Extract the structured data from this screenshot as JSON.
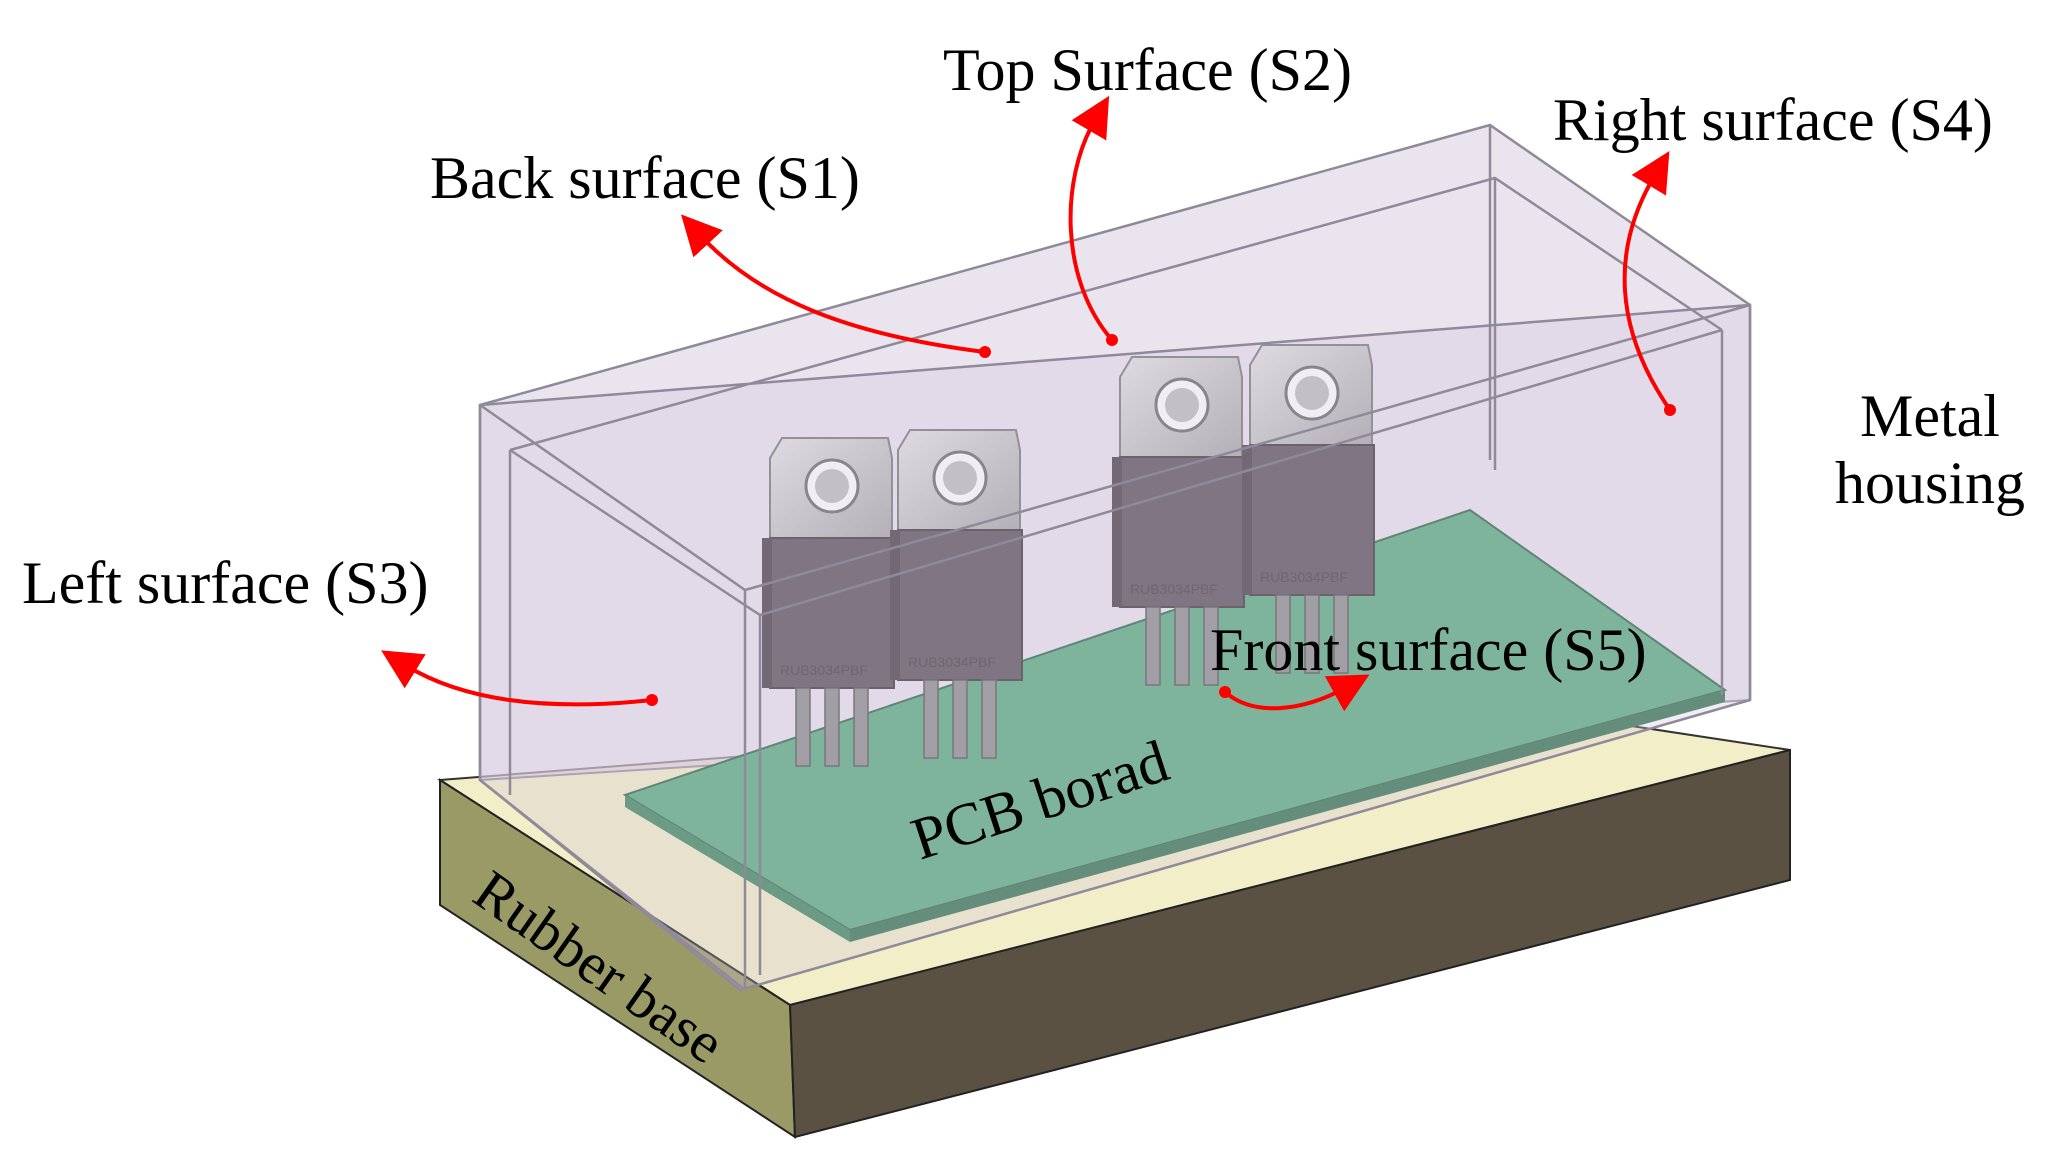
{
  "labels": {
    "top_surface": "Top Surface (S2)",
    "back_surface": "Back surface (S1)",
    "right_surface": "Right surface (S4)",
    "left_surface": "Left surface (S3)",
    "front_surface": "Front surface (S5)",
    "metal_housing_line1": "Metal",
    "metal_housing_line2": "housing",
    "pcb_board": "PCB borad",
    "rubber_base": "Rubber base"
  },
  "components": {
    "transistor_marking": "RUB3034PBF",
    "transistor_count": 4
  },
  "colors": {
    "arrow": "#ff0000",
    "pcb_top": "#5aae80",
    "rubber_top": "#f2eec8",
    "rubber_front": "#5a5142",
    "rubber_left": "#9a9a66",
    "housing_tint": "#d8cde2",
    "transistor_body": "#5e545c",
    "transistor_tab": "#cfcfcf"
  }
}
